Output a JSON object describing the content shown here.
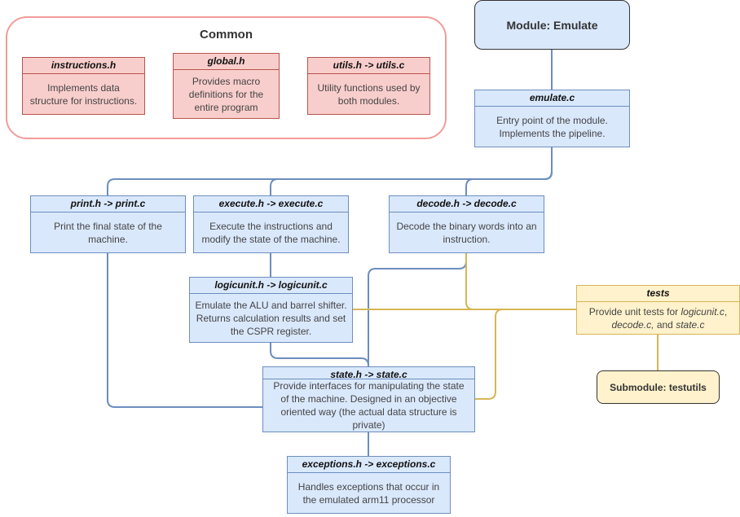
{
  "common_group": {
    "title": "Common"
  },
  "boxes": {
    "instructions": {
      "title": "instructions.h",
      "desc": "Implements data structure for instructions."
    },
    "global": {
      "title": "global.h",
      "desc": "Provides macro definitions for the entire program"
    },
    "utils": {
      "title": "utils.h -> utils.c",
      "desc": "Utility functions used by both modules."
    },
    "emulate": {
      "title": "emulate.c",
      "desc": "Entry point of the module. Implements the pipeline."
    },
    "print": {
      "title": "print.h -> print.c",
      "desc": "Print the final state of the machine."
    },
    "execute": {
      "title": "execute.h -> execute.c",
      "desc": "Execute the instructions and modify the state of the machine."
    },
    "decode": {
      "title": "decode.h -> decode.c",
      "desc": "Decode the binary words into an instruction."
    },
    "logicunit": {
      "title": "logicunit.h -> logicunit.c",
      "desc": "Emulate the ALU and barrel shifter. Returns calculation results and set the CSPR register."
    },
    "state": {
      "title": "state.h -> state.c",
      "desc": "Provide interfaces for manipulating the state of the machine. Designed in an objective oriented way (the actual data structure is private)"
    },
    "exceptions": {
      "title": "exceptions.h -> exceptions.c",
      "desc": "Handles exceptions that occur in the emulated arm11 processor"
    },
    "tests": {
      "title": "tests",
      "desc_prefix": "Provide unit tests for ",
      "file1": "logicunit.c",
      "sep1": ", ",
      "file2": "decode.c,",
      "sep2": " and ",
      "file3": "state.c"
    }
  },
  "module_emulate": {
    "label": "Module: Emulate"
  },
  "submodule_testutils": {
    "label": "Submodule: testutils"
  },
  "colors": {
    "blue_edge": "#6c8ebf",
    "yellow_edge": "#d6b656",
    "group_border": "#f19c99"
  }
}
